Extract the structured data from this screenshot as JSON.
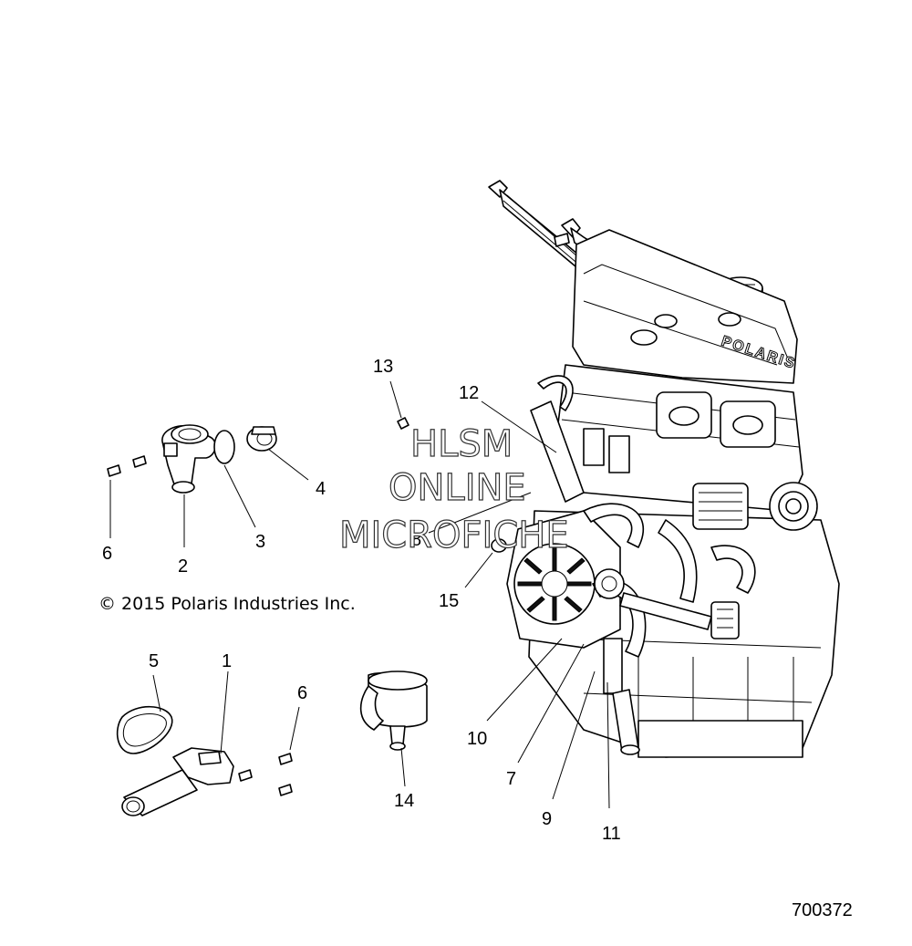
{
  "copyright": "© 2015 Polaris Industries Inc.",
  "drawing_number": "700372",
  "watermark": {
    "line1": "HLSM",
    "line2": "ONLINE",
    "line3": "MICROFICHE"
  },
  "valve_cover_logo": "POLARIS",
  "callouts": {
    "c1": "1",
    "c2": "2",
    "c3": "3",
    "c4": "4",
    "c5": "5",
    "c6a": "6",
    "c6b": "6",
    "c7": "7",
    "c8": "8",
    "c9": "9",
    "c10": "10",
    "c11": "11",
    "c12": "12",
    "c13": "13",
    "c14": "14",
    "c15": "15"
  }
}
